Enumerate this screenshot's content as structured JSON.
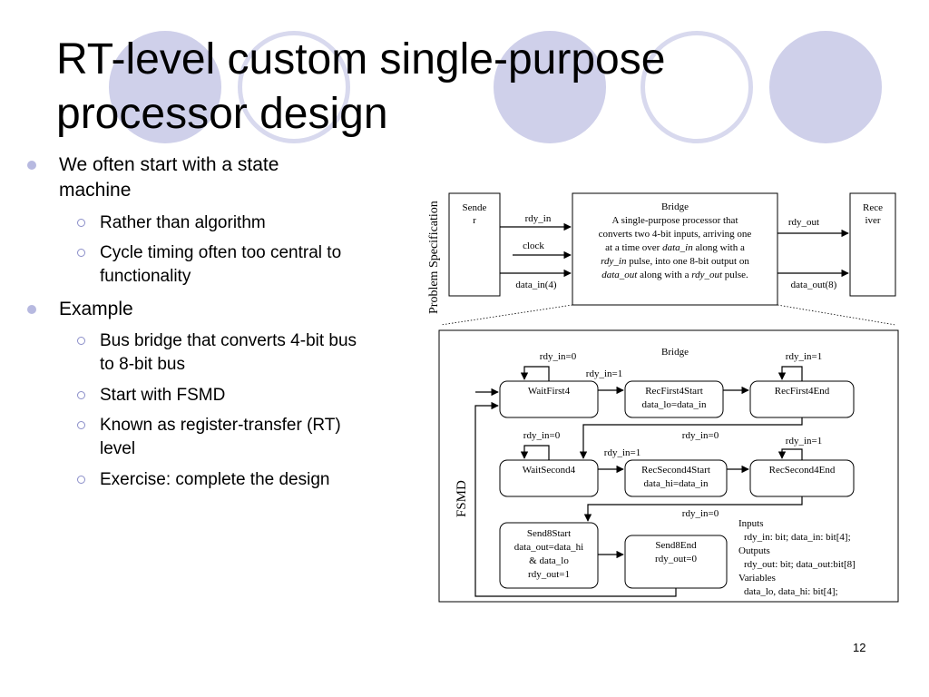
{
  "slide": {
    "title_line1": "RT-level custom single-purpose",
    "title_line2": "processor design",
    "page_number": "12"
  },
  "bullets": [
    {
      "text_line1": "We often start with a state",
      "text_line2": "machine"
    },
    {
      "text": "Example"
    }
  ],
  "sub_bullets": [
    {
      "text": "Rather than algorithm"
    },
    {
      "text_line1": "Cycle timing often too central to",
      "text_line2": "functionality"
    },
    {
      "text_line1": "Bus bridge that converts 4-bit bus",
      "text_line2": "to 8-bit bus"
    },
    {
      "text": "Start with FSMD"
    },
    {
      "text_line1": "Known as register-transfer (RT)",
      "text_line2": "level"
    },
    {
      "text": "Exercise: complete the design"
    }
  ],
  "spec": {
    "side_label": "Problem Specification",
    "sender_line1": "Sende",
    "sender_line2": "r",
    "receiver_line1": "Rece",
    "receiver_line2": "iver",
    "rdy_in": "rdy_in",
    "clock": "clock",
    "data_in": "data_in(4)",
    "rdy_out": "rdy_out",
    "data_out": "data_out(8)",
    "bridge_title": "Bridge",
    "desc_l1": "A single-purpose processor that",
    "desc_l2": "converts two 4-bit inputs, arriving one",
    "desc_l3a": "at a time over ",
    "desc_l3b": "data_in",
    "desc_l3c": " along with a",
    "desc_l4a": "rdy_in",
    "desc_l4b": " pulse, into one 8-bit output on",
    "desc_l5a": "data_out",
    "desc_l5b": " along with a ",
    "desc_l5c": "rdy_out",
    "desc_l5d": " pulse."
  },
  "fsmd": {
    "side_label": "FSMD",
    "title": "Bridge",
    "states": {
      "waitfirst4": "WaitFirst4",
      "recfirst4start_l1": "RecFirst4Start",
      "recfirst4start_l2": "data_lo=data_in",
      "recfirst4end": "RecFirst4End",
      "waitsecond4": "WaitSecond4",
      "recsecond4start_l1": "RecSecond4Start",
      "recsecond4start_l2": "data_hi=data_in",
      "recsecond4end": "RecSecond4End",
      "send8start_l1": "Send8Start",
      "send8start_l2": "data_out=data_hi",
      "send8start_l3": "& data_lo",
      "send8start_l4": "rdy_out=1",
      "send8end_l1": "Send8End",
      "send8end_l2": "rdy_out=0"
    },
    "labels": {
      "t1_loop": "rdy_in=0",
      "t1_go": "rdy_in=1",
      "t2_loop": "rdy_in=1",
      "t2_go": "rdy_in=0",
      "t3_loop": "rdy_in=0",
      "t3_go": "rdy_in=1",
      "t4_loop": "rdy_in=1",
      "t4_go": "rdy_in=0"
    },
    "decl": {
      "inputs": "Inputs",
      "inputs_detail": "rdy_in: bit; data_in: bit[4];",
      "outputs": "Outputs",
      "outputs_detail": "rdy_out: bit; data_out:bit[8]",
      "variables": "Variables",
      "variables_detail": "data_lo, data_hi: bit[4];"
    }
  }
}
